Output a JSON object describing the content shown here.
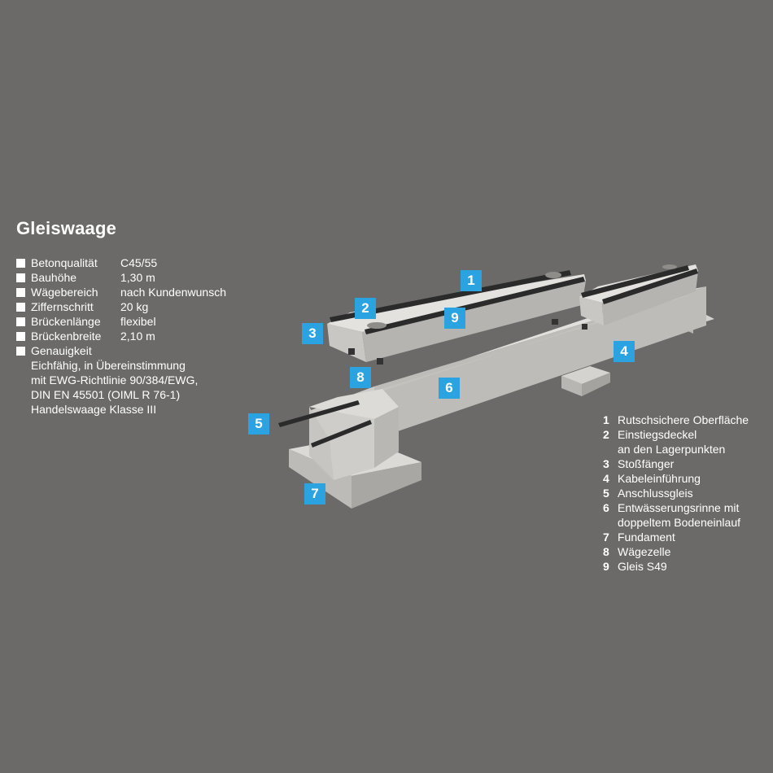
{
  "title": "Gleiswaage",
  "specs": [
    {
      "label": "Betonqualität",
      "value": "C45/55"
    },
    {
      "label": "Bauhöhe",
      "value": "1,30 m"
    },
    {
      "label": "Wägebereich",
      "value": "nach Kundenwunsch"
    },
    {
      "label": "Ziffernschritt",
      "value": "20 kg"
    },
    {
      "label": "Brückenlänge",
      "value": "flexibel"
    },
    {
      "label": "Brückenbreite",
      "value": "2,10 m"
    },
    {
      "label": "Genauigkeit",
      "value": ""
    }
  ],
  "accuracy_note": [
    "Eichfähig, in Übereinstimmung",
    "mit EWG-Richtlinie 90/384/EWG,",
    "DIN EN 45501 (OIML R 76-1)",
    "Handelswaage Klasse III"
  ],
  "legend": [
    {
      "num": "1",
      "lines": [
        "Rutschsichere Oberfläche"
      ]
    },
    {
      "num": "2",
      "lines": [
        "Einstiegsdeckel",
        "an den Lagerpunkten"
      ]
    },
    {
      "num": "3",
      "lines": [
        "Stoßfänger"
      ]
    },
    {
      "num": "4",
      "lines": [
        "Kabeleinführung"
      ]
    },
    {
      "num": "5",
      "lines": [
        "Anschlussgleis"
      ]
    },
    {
      "num": "6",
      "lines": [
        "Entwässerungsrinne mit",
        "doppeltem Bodeneinlauf"
      ]
    },
    {
      "num": "7",
      "lines": [
        "Fundament"
      ]
    },
    {
      "num": "8",
      "lines": [
        "Wägezelle"
      ]
    },
    {
      "num": "9",
      "lines": [
        "Gleis S49"
      ]
    }
  ],
  "callouts": [
    "1",
    "2",
    "3",
    "4",
    "5",
    "6",
    "7",
    "8",
    "9"
  ],
  "colors": {
    "background": "#6b6a69",
    "callout": "#2ba3e0",
    "concrete": "#cfcdca",
    "rail": "#2b2b2b"
  }
}
